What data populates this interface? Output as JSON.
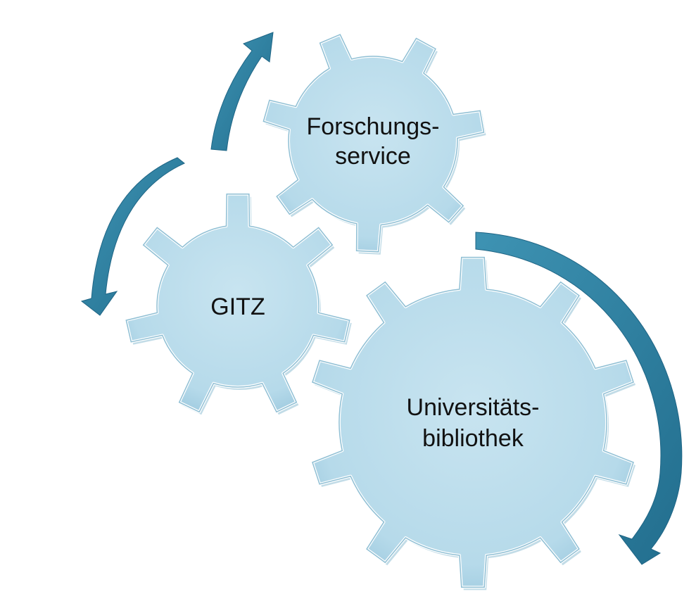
{
  "diagram": {
    "gears": [
      {
        "id": "forschungsservice",
        "lines": [
          "Forschungs-",
          "service"
        ]
      },
      {
        "id": "gitz",
        "lines": [
          "GITZ"
        ]
      },
      {
        "id": "universitaetsbibliothek",
        "lines": [
          "Universitäts-",
          "bibliothek"
        ]
      }
    ],
    "colors": {
      "gear_fill": "#b9dcea",
      "gear_edge": "#8fbfd4",
      "gear_highlight": "#ffffff",
      "arrow": "#2f7f9f",
      "text": "#111111"
    }
  }
}
